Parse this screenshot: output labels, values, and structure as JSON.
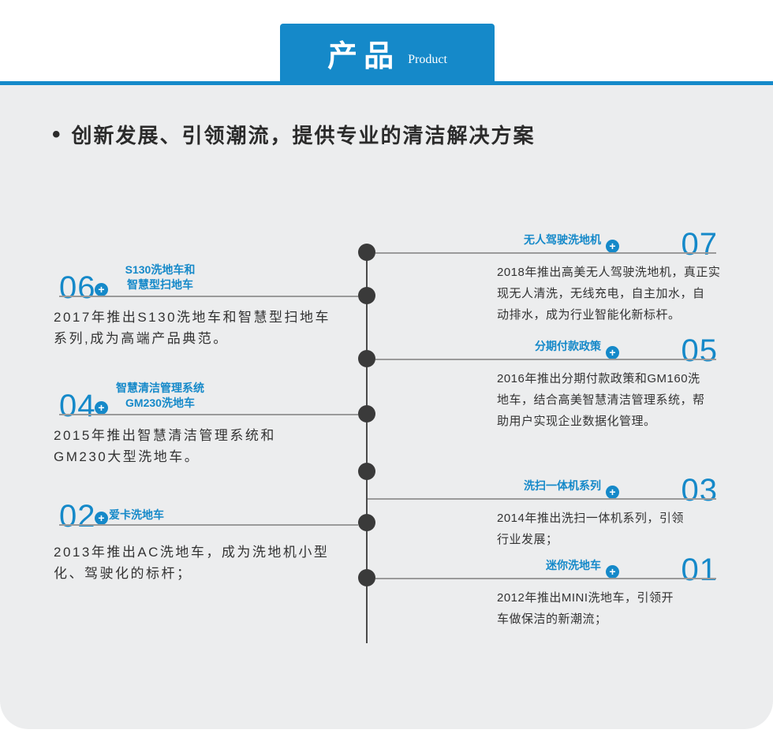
{
  "page": {
    "header": {
      "title": "产品",
      "subtitle": "Product"
    },
    "heading": {
      "bullet": "•",
      "text": "创新发展、引领潮流，提供专业的清洁解决方案"
    },
    "colors": {
      "accent": "#1589c9",
      "panel_bg": "#ecedee",
      "dot": "#3a3a3a",
      "body_text": "#333333"
    }
  },
  "timeline": {
    "plus_icon": "+",
    "items": [
      {
        "number": "07",
        "side": "right",
        "label": "无人驾驶洗地机",
        "desc": "2018年推出高美无人驾驶洗地机，真正实\n现无人清洗，无线充电，自主加水，自\n动排水，成为行业智能化新标杆。"
      },
      {
        "number": "06",
        "side": "left",
        "label": "S130洗地车和\n智慧型扫地车",
        "desc": "2017年推出S130洗地车和智慧型扫地车\n系列,成为高端产品典范。"
      },
      {
        "number": "05",
        "side": "right",
        "label": "分期付款政策",
        "desc": "2016年推出分期付款政策和GM160洗\n地车，结合高美智慧清洁管理系统，帮\n助用户实现企业数据化管理。"
      },
      {
        "number": "04",
        "side": "left",
        "label": "智慧清洁管理系统\nGM230洗地车",
        "desc": "2015年推出智慧清洁管理系统和\nGM230大型洗地车。"
      },
      {
        "number": "03",
        "side": "right",
        "label": "洗扫一体机系列",
        "desc": "2014年推出洗扫一体机系列，引领\n行业发展；"
      },
      {
        "number": "02",
        "side": "left",
        "label": "爱卡洗地车",
        "desc": "2013年推出AC洗地车，成为洗地机小型\n化、驾驶化的标杆；"
      },
      {
        "number": "01",
        "side": "right",
        "label": "迷你洗地车",
        "desc": "2012年推出MINI洗地车，引领开\n车做保洁的新潮流；"
      }
    ]
  }
}
